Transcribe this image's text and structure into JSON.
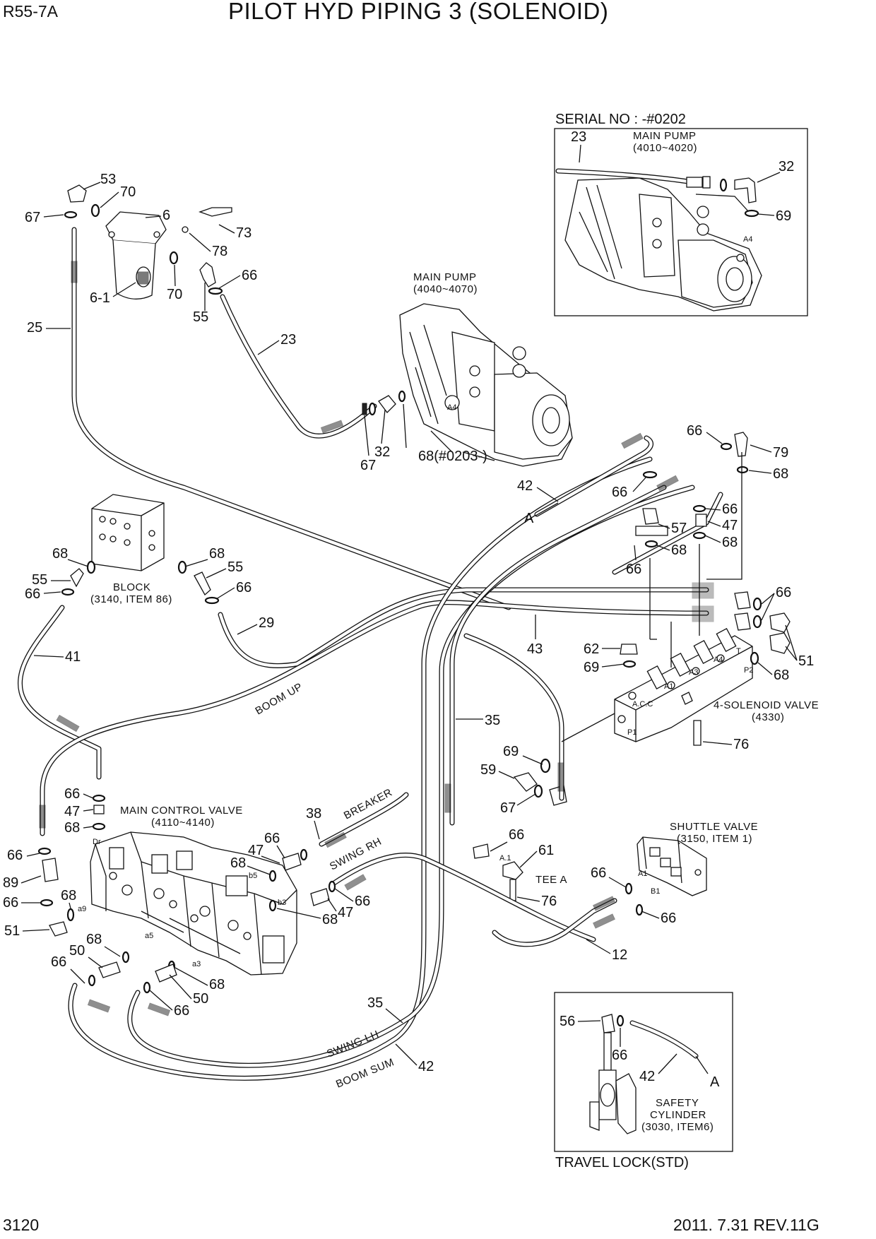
{
  "header": {
    "model_code": "R55-7A",
    "title": "PILOT HYD PIPING 3 (SOLENOID)"
  },
  "footer": {
    "page_number": "3120",
    "revision": "2011. 7.31  REV.11G"
  },
  "inset_pump": {
    "serial_label": "SERIAL NO : -#0202",
    "pump_name": "MAIN PUMP",
    "pump_range": "(4010~4020)",
    "port": "A4"
  },
  "inset_travel_lock": {
    "footer_label": "TRAVEL LOCK(STD)",
    "cyl_name": "SAFETY",
    "cyl_name2": "CYLINDER",
    "cyl_ref": "(3030, ITEM6)",
    "marker": "A"
  },
  "components": {
    "main_pump": {
      "name": "MAIN PUMP",
      "range": "(4040~4070)",
      "port": "A4"
    },
    "block": {
      "name": "BLOCK",
      "ref": "(3140, ITEM 86)"
    },
    "main_control_valve": {
      "name": "MAIN CONTROL VALVE",
      "ref": "(4110~4140)"
    },
    "solenoid_valve": {
      "name": "4-SOLENOID VALVE",
      "ref": "(4330)"
    },
    "shuttle_valve": {
      "name": "SHUTTLE VALVE",
      "ref": "(3150, ITEM 1)"
    },
    "tee": {
      "name": "TEE A"
    }
  },
  "hose_labels": [
    "BOOM UP",
    "BREAKER",
    "SWING  RH",
    "SWING  LH",
    "BOOM SUM"
  ],
  "port_labels": [
    "Dr",
    "b5",
    "b3",
    "a9",
    "a5",
    "a3",
    "A.1",
    "A1",
    "B1",
    "A.C.C",
    "A1",
    "A3",
    "A4",
    "P1",
    "P2",
    "T"
  ],
  "callouts": {
    "c1": "53",
    "c2": "70",
    "c3": "67",
    "c4": "6",
    "c5": "73",
    "c6": "78",
    "c7": "70",
    "c8": "6-1",
    "c9": "66",
    "c10": "55",
    "c11": "25",
    "c12": "23",
    "c13": "67",
    "c14": "32",
    "c15": "68(#0203-)",
    "c16": "23",
    "c17": "32",
    "c18": "69",
    "c19": "66",
    "c20": "79",
    "c21": "68",
    "c22": "42",
    "c23": "A",
    "c24": "66",
    "c25": "66",
    "c26": "47",
    "c27": "68",
    "c28": "57",
    "c29": "68",
    "c30": "66",
    "c31": "68",
    "c32": "55",
    "c33": "66",
    "c34": "68",
    "c35": "55",
    "c36": "66",
    "c37": "29",
    "c38": "41",
    "c39": "66",
    "c40": "43",
    "c41": "51",
    "c42": "68",
    "c43": "62",
    "c44": "69",
    "c45": "76",
    "c46": "35",
    "c47": "69",
    "c48": "59",
    "c49": "67",
    "c50": "66",
    "c51": "61",
    "c52": "76",
    "c53": "66",
    "c54": "47",
    "c55": "68",
    "c56": "38",
    "c57": "66",
    "c58": "47",
    "c59": "68",
    "c60": "47",
    "c61": "66",
    "c62": "68",
    "c63": "66",
    "c64": "89",
    "c65": "66",
    "c66": "68",
    "c67": "51",
    "c68": "66",
    "c69": "50",
    "c70": "68",
    "c71": "68",
    "c72": "50",
    "c73": "66",
    "c74": "35",
    "c75": "42",
    "c76": "66",
    "c77": "66",
    "c78": "12",
    "c79": "56",
    "c80": "66",
    "c81": "42"
  }
}
